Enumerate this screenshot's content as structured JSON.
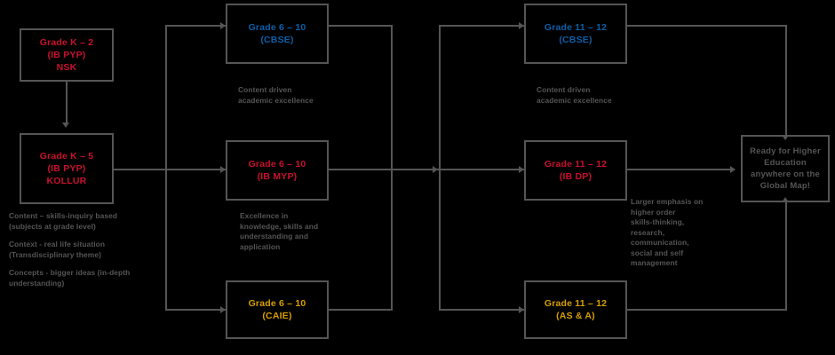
{
  "diagram": {
    "title": "Academic pathway flowchart",
    "colors": {
      "red": "#c8102e",
      "blue": "#0b5ea8",
      "gold": "#d79f00",
      "grey": "#555555",
      "background": "#000000"
    },
    "nodes": {
      "k2": {
        "line1": "Grade K – 2",
        "line2": "(IB PYP)",
        "line3": "NSK",
        "color": "red"
      },
      "k5": {
        "line1": "Grade K – 5",
        "line2": "(IB PYP)",
        "line3": "KOLLUR",
        "color": "red"
      },
      "cbse_6_10": {
        "line1": "Grade 6 – 10",
        "line2": "(CBSE)",
        "color": "blue"
      },
      "myp_6_10": {
        "line1": "Grade 6 – 10",
        "line2": "(IB MYP)",
        "color": "red"
      },
      "caie_6_10": {
        "line1": "Grade 6 – 10",
        "line2": "(CAIE)",
        "color": "gold"
      },
      "cbse_11_12": {
        "line1": "Grade 11 – 12",
        "line2": "(CBSE)",
        "color": "blue"
      },
      "dp_11_12": {
        "line1": "Grade 11 – 12",
        "line2": "(IB DP)",
        "color": "red"
      },
      "asa_11_12": {
        "line1": "Grade 11 – 12",
        "line2": "(AS & A)",
        "color": "gold"
      },
      "outcome": {
        "line1": "Ready for Higher",
        "line2": "Education",
        "line3": "anywhere on the",
        "line4": "Global Map!",
        "color": "grey"
      }
    },
    "notes": {
      "pyp": {
        "l1": "Content – skills-inquiry based",
        "l2": "(subjects at grade level)",
        "l3": "Context - real life situation",
        "l4": "(Transdisciplinary theme)",
        "l5": "Concepts - bigger ideas (in-depth",
        "l6": "understanding)"
      },
      "content_driven_left": {
        "l1": "Content driven",
        "l2": "academic excellence"
      },
      "content_driven_right": {
        "l1": "Content driven",
        "l2": "academic excellence"
      },
      "excellence": {
        "l1": "Excellence in",
        "l2": "knowledge, skills and",
        "l3": "understanding and",
        "l4": "application"
      },
      "higher_order": {
        "l1": "Larger emphasis on",
        "l2": "higher order",
        "l3": "skills-thinking,",
        "l4": "research,",
        "l5": "communication,",
        "l6": "social and self",
        "l7": "management"
      }
    }
  }
}
